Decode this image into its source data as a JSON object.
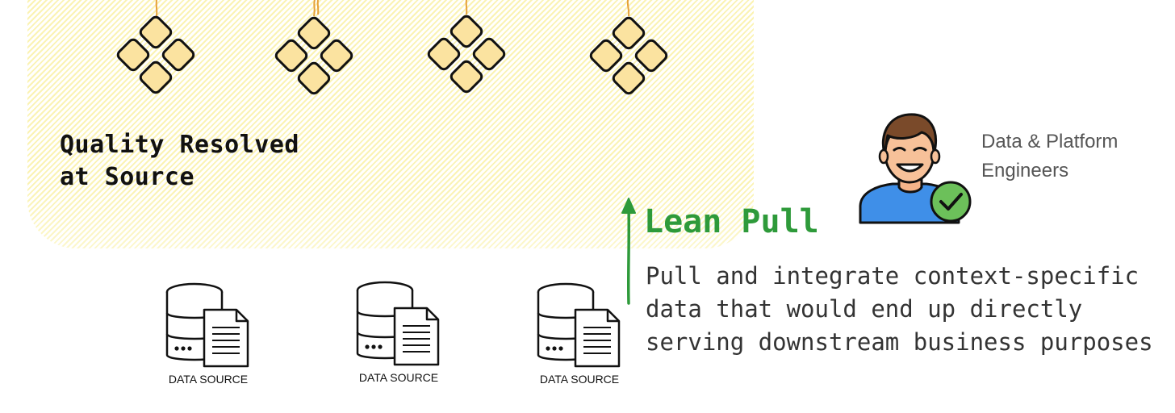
{
  "zone": {
    "title_line1": "Quality Resolved",
    "title_line2": "at Source"
  },
  "sources": [
    {
      "label": "DATA SOURCE"
    },
    {
      "label": "DATA SOURCE"
    },
    {
      "label": "DATA SOURCE"
    }
  ],
  "lean_pull": {
    "title": "Lean Pull",
    "description_lines": [
      "Pull and integrate context-specific",
      "data that would end up directly",
      "serving downstream business purposes"
    ]
  },
  "persona": {
    "label_line1": "Data & Platform",
    "label_line2": "Engineers"
  },
  "colors": {
    "hatch": "#fbf3b3",
    "tile_fill": "#fbe3a0",
    "arrow_green": "#2e9a3a",
    "persona_shirt": "#3f8fe8",
    "check_green": "#6cc05a"
  },
  "icons": [
    "data-product-cluster-icon",
    "database-document-icon",
    "engineer-avatar-icon",
    "checkmark-badge-icon",
    "up-arrow-icon"
  ]
}
